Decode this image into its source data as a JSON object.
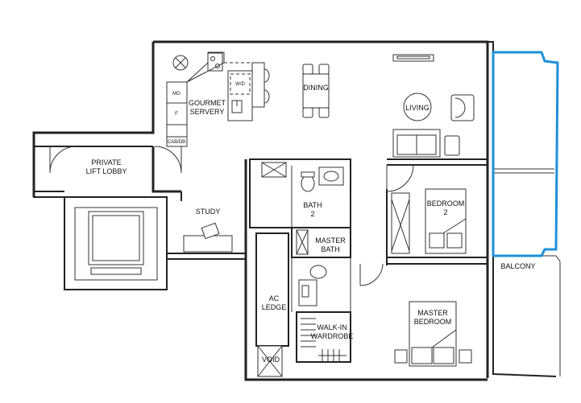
{
  "rooms": {
    "gourmet_servery": [
      "GOURMET",
      "SERVERY"
    ],
    "dining": "DINING",
    "living": "LIVING",
    "private_lift_lobby": [
      "PRIVATE",
      "LIFT LOBBY"
    ],
    "study": "STUDY",
    "bath2": [
      "BATH",
      "2"
    ],
    "master_bath": [
      "MASTER",
      "BATH"
    ],
    "bedroom2": [
      "BEDROOM",
      "2"
    ],
    "ac_ledge": [
      "AC",
      "LEDGE"
    ],
    "walk_in_wardrobe": [
      "WALK-IN",
      "WARDROBE"
    ],
    "master_bedroom": [
      "MASTER",
      "BEDROOM"
    ],
    "void": "VOID",
    "balcony": "BALCONY"
  },
  "appliances": {
    "mo": "MO",
    "f": "F",
    "cab_db": "CAB/DB",
    "wd": "W/D"
  },
  "colors": {
    "highlight": "#1e90d8",
    "wall": "#222222"
  }
}
